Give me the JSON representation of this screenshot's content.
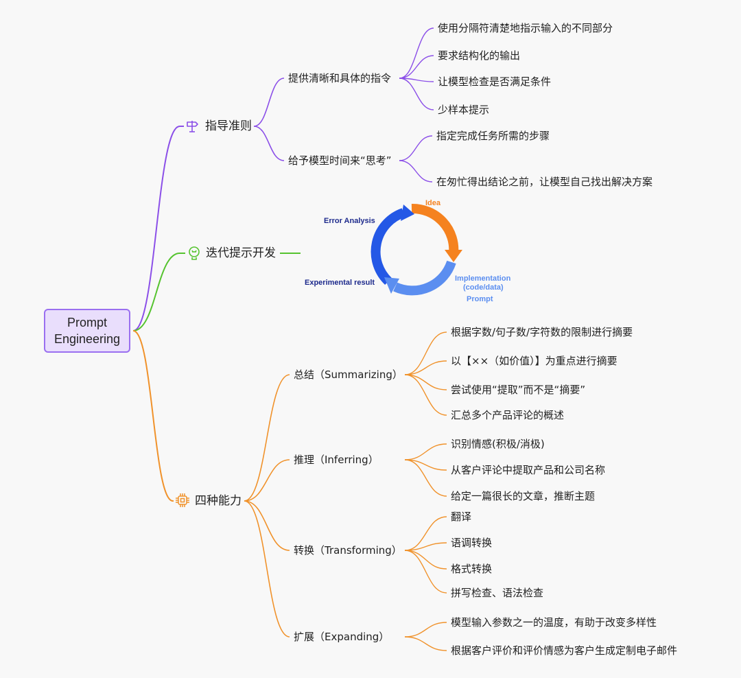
{
  "root": {
    "line1": "Prompt",
    "line2": "Engineering"
  },
  "branches": [
    {
      "label": "指导准则",
      "icon": "signpost-icon",
      "color": "#8b4fe8",
      "children": [
        {
          "label": "提供清晰和具体的指令",
          "children": [
            "使用分隔符清楚地指示输入的不同部分",
            "要求结构化的输出",
            "让模型检查是否满足条件",
            "少样本提示"
          ]
        },
        {
          "label": "给予模型时间来“思考”",
          "children": [
            "指定完成任务所需的步骤",
            "在匆忙得出结论之前，让模型自己找出解决方案"
          ]
        }
      ]
    },
    {
      "label": "迭代提示开发",
      "icon": "lightbulb-icon",
      "color": "#55c32f",
      "children": []
    },
    {
      "label": "四种能力",
      "icon": "chip-icon",
      "color": "#f0922b",
      "children": [
        {
          "label": "总结（Summarizing）",
          "children": [
            "根据字数/句子数/字符数的限制进行摘要",
            "以【××（如价值）】为重点进行摘要",
            "尝试使用“提取”而不是“摘要”",
            "汇总多个产品评论的概述"
          ]
        },
        {
          "label": "推理（Inferring）",
          "children": [
            "识别情感(积极/消极)",
            "从客户评论中提取产品和公司名称",
            "给定一篇很长的文章，推断主题"
          ]
        },
        {
          "label": "转换（Transforming）",
          "children": [
            "翻译",
            "语调转换",
            "格式转换",
            "拼写检查、语法检查"
          ]
        },
        {
          "label": "扩展（Expanding）",
          "children": [
            "模型输入参数之一的温度，有助于改变多样性",
            "根据客户评价和评价情感为客户生成定制电子邮件"
          ]
        }
      ]
    }
  ],
  "cycle": {
    "idea": "Idea",
    "implementation_1": "Implementation",
    "implementation_2": "(code/data)",
    "prompt": "Prompt",
    "experimental": "Experimental result",
    "error": "Error Analysis",
    "colors": {
      "orange": "#f5821f",
      "light_blue": "#5b8ef0",
      "blue": "#2458e6",
      "navy": "#1d2a8c"
    }
  }
}
